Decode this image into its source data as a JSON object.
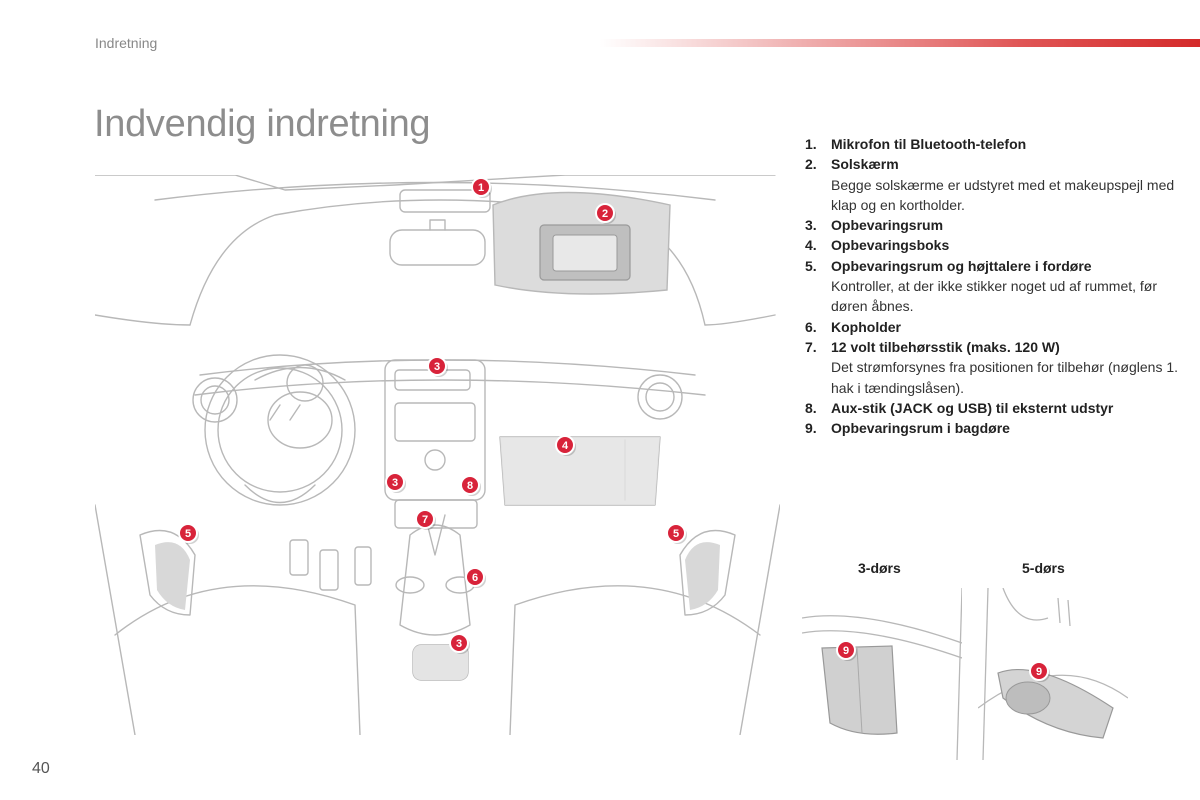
{
  "header": {
    "section": "Indretning"
  },
  "page": {
    "title": "Indvendig indretning",
    "number": "40"
  },
  "legend": [
    {
      "num": "1.",
      "label": "Mikrofon til Bluetooth-telefon",
      "desc": ""
    },
    {
      "num": "2.",
      "label": "Solskærm",
      "desc": "Begge solskærme er udstyret med et makeupspejl med klap og en kortholder."
    },
    {
      "num": "3.",
      "label": "Opbevaringsrum",
      "desc": ""
    },
    {
      "num": "4.",
      "label": "Opbevaringsboks",
      "desc": ""
    },
    {
      "num": "5.",
      "label": "Opbevaringsrum og højttalere i fordøre",
      "desc": "Kontroller, at der ikke stikker noget ud af rummet, før døren åbnes."
    },
    {
      "num": "6.",
      "label": "Kopholder",
      "desc": ""
    },
    {
      "num": "7.",
      "label": "12 volt tilbehørsstik (maks. 120 W)",
      "desc": "Det strømforsynes fra positionen for tilbehør (nøglens 1. hak i tændingslåsen)."
    },
    {
      "num": "8.",
      "label": "Aux-stik (JACK og USB) til eksternt udstyr",
      "desc": ""
    },
    {
      "num": "9.",
      "label": "Opbevaringsrum i bagdøre",
      "desc": ""
    }
  ],
  "figure": {
    "callouts": [
      "1",
      "2",
      "3",
      "4",
      "5",
      "5",
      "3",
      "8",
      "7",
      "6",
      "3"
    ],
    "door_3": {
      "label": "3-dørs",
      "callout": "9"
    },
    "door_5": {
      "label": "5-dørs",
      "callout": "9"
    }
  },
  "colors": {
    "accent": "#d8233a",
    "line": "#b8b8b8",
    "shade": "#d9d9d9"
  }
}
